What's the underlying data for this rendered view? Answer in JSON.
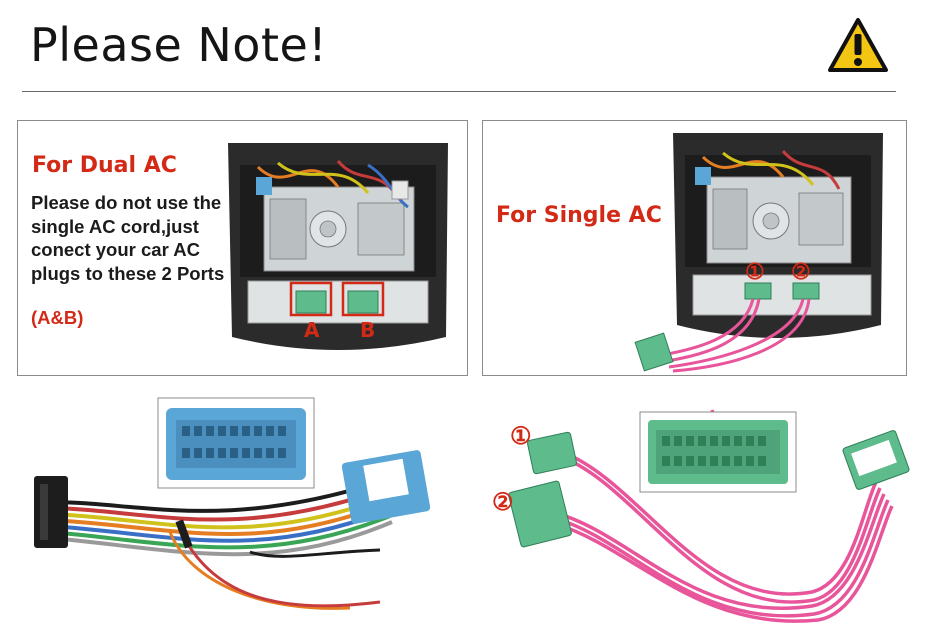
{
  "header": {
    "title": "Please Note!",
    "warning_icon": "warning-triangle-icon"
  },
  "dual_panel": {
    "heading": "For Dual AC",
    "body": "Please do not use the single AC cord,just conect your car AC plugs to these 2 Ports",
    "note": "(A&B)",
    "port_a": "A",
    "port_b": "B"
  },
  "single_panel": {
    "heading": "For Single AC",
    "marker_1": "①",
    "marker_2": "②"
  },
  "adapter_photo": {
    "marker_1": "①",
    "marker_2": "②"
  },
  "colors": {
    "accent_red": "#d22a17",
    "connector_green": "#5dbb8c",
    "wire_pink": "#e8559a",
    "connector_blue": "#5aa6d6",
    "warning_yellow": "#f3c614"
  }
}
